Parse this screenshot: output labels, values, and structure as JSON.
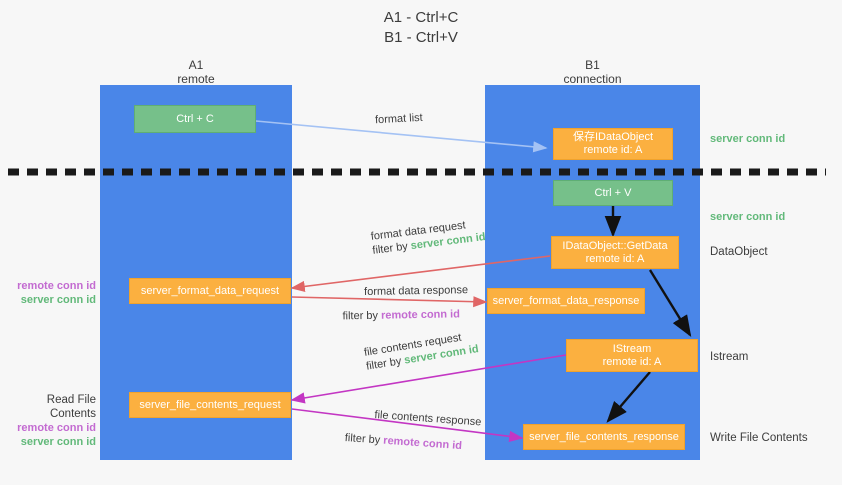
{
  "title": {
    "line1": "A1 - Ctrl+C",
    "line2": "B1 - Ctrl+V"
  },
  "lanes": [
    {
      "id": "a1",
      "title": "A1",
      "subtitle": "remote",
      "color": "#4a86e8"
    },
    {
      "id": "b1",
      "title": "B1",
      "subtitle": "connection",
      "color": "#4a86e8"
    }
  ],
  "colors": {
    "lane": "#4a86e8",
    "green_box": "#76c08a",
    "orange_box": "#fbb040",
    "server_conn": "#62b97a",
    "remote_conn": "#c36bd1",
    "arrow_blue": "#a4c2f4",
    "arrow_red": "#e06666",
    "arrow_magenta": "#c336c3",
    "arrow_black": "#000000",
    "background": "#f7f7f7"
  },
  "boxes": {
    "ctrl_c": {
      "line1": "Ctrl + C",
      "line2": ""
    },
    "ctrl_v": {
      "line1": "Ctrl + V",
      "line2": ""
    },
    "save_idataobject": {
      "line1": "保存IDataObject",
      "line2": "remote id: A"
    },
    "getdata": {
      "line1": "IDataObject::GetData",
      "line2": "remote id: A"
    },
    "istream": {
      "line1": "IStream",
      "line2": "remote id: A"
    },
    "server_format_data_request": {
      "line1": "server_format_data_request",
      "line2": ""
    },
    "server_format_data_response": {
      "line1": "server_format_data_response",
      "line2": ""
    },
    "server_file_contents_request": {
      "line1": "server_file_contents_request",
      "line2": ""
    },
    "server_file_contents_response": {
      "line1": "server_file_contents_response",
      "line2": ""
    }
  },
  "right_annotations": [
    {
      "id": "server-conn-id-1",
      "text": "server conn id",
      "style": "green"
    },
    {
      "id": "server-conn-id-2",
      "text": "server conn id",
      "style": "green"
    },
    {
      "id": "dataobject",
      "text": "DataObject",
      "style": "plain"
    },
    {
      "id": "istream",
      "text": "Istream",
      "style": "plain"
    },
    {
      "id": "write-file-contents",
      "text": "Write File Contents",
      "style": "plain"
    }
  ],
  "left_annotations": [
    {
      "id": "remote-conn-id-1",
      "text": "remote conn id",
      "style": "purple"
    },
    {
      "id": "server-conn-id-3",
      "text": "server conn id",
      "style": "green"
    },
    {
      "id": "read-file-contents",
      "text": "Read File Contents",
      "style": "plain"
    },
    {
      "id": "remote-conn-id-2",
      "text": "remote conn id",
      "style": "purple"
    },
    {
      "id": "server-conn-id-4",
      "text": "server conn id",
      "style": "green"
    }
  ],
  "edge_labels": {
    "format_list": "format list",
    "format_data_request": "format data request",
    "format_data_request_filter_prefix": "filter by ",
    "format_data_request_filter_value": "server conn id",
    "format_data_response": "format data response",
    "format_data_response_filter_prefix": "filter by ",
    "format_data_response_filter_value": "remote conn id",
    "file_contents_request": "file contents request",
    "file_contents_request_filter_prefix": "filter by ",
    "file_contents_request_filter_value": "server conn id",
    "file_contents_response": "file contents response",
    "file_contents_response_filter_prefix": "filter by ",
    "file_contents_response_filter_value": "remote conn id"
  },
  "divider": {
    "name": "dashed-divider",
    "style": "dashed",
    "color": "#1a1a1a"
  }
}
